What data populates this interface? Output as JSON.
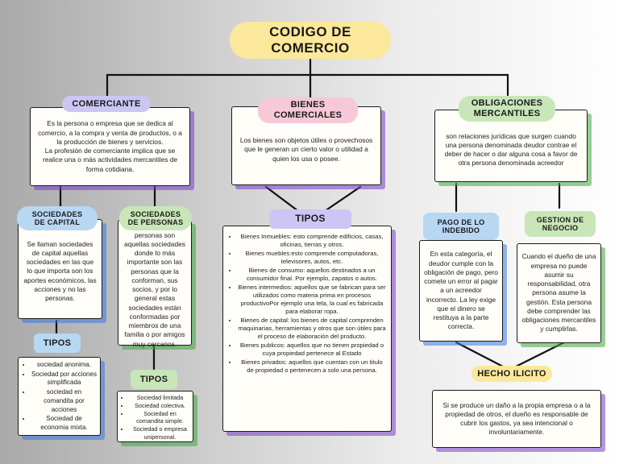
{
  "title": "CODIGO DE\nCOMERCIO",
  "comerciante": {
    "label": "COMERCIANTE",
    "p1": "Es la persona o empresa que se dedica al comercio, a la compra y venta de productos, o a la producción de bienes y servicios.",
    "p2": "La profesión de comerciante implica que se realice una o más actividades mercantiles de forma cotidiana."
  },
  "bienes": {
    "label": "BIENES\nCOMERCIALES",
    "text": "Los bienes son objetos útiles o provechosos que le generan un cierto valor o utilidad a quien los usa o posee."
  },
  "obligaciones": {
    "label": "OBLIGACIONES\nMERCANTILES",
    "text": "son relaciones jurídicas que surgen cuando una persona denominada deudor contrae el deber de hacer o dar alguna cosa a favor de otra persona denominada acreedor"
  },
  "soc_capital": {
    "label": "SOCIEDADES\nDE CAPITAL",
    "text": "Se llaman sociedades de capital aquellas sociedades en las que lo que importa son los aportes económicos, las acciones y no las personas."
  },
  "soc_personas": {
    "label": "SOCIEDADES\nDE PERSONAS",
    "text": "Las sociedades de personas son aquellas sociedades donde lo más importante son las personas que la conforman, sus socios, y por lo general estas sociedades están conformadas por miembros de una familia o por amigos muy cercanos."
  },
  "tipos_capital": {
    "label": "TIPOS",
    "items": [
      "sociedad anonima.",
      "Sociedad por acciones simplificada",
      "sociedad en comandita por acciones",
      "Sociedad de economia mixta."
    ]
  },
  "tipos_personas": {
    "label": "TIPOS",
    "items": [
      "Sociedad limitada",
      "Sociedad colectiva.",
      "Sociedad en comandita simple.",
      "Sociedad o empresa unipersonal."
    ]
  },
  "tipos_bienes": {
    "label": "TIPOS",
    "items": [
      "Bienes Inmuebles: esto comprende edificios, casas, oficinas, tierras y otros.",
      "Bienes muebles:esto comprende computadoras, televisores, autos, etc.",
      "Bienes de consumo: aquellos destinados a un consumidor final. Por ejemplo, zapatos o autos.",
      "Bienes intermedios: aquellos que se fabrican para ser utilizados como materia prima en procesos productivoPor ejemplo una tela, la cual es fabricada para elaborar ropa.",
      "Bienes de capital: los bienes de capital comprenden maquinarias, herramientas y otros que son útiles para el proceso de elaboración del producto.",
      "Bienes publicos: aquellos que no tienen propiedad o cuya propiedad pertenece al Estado",
      "Bienes privados: aquellos que cuentan con un titulo de propiedad o pertenecen a solo una persona."
    ]
  },
  "pago": {
    "label": "PAGO DE LO\nINDEBIDO",
    "text": "En esta categoría, el deudor cumple con la obligación de pago, pero comete un error al pagar a un acreedor incorrecto. La ley exige que el dinero se restituya a la parte correcta."
  },
  "gestion": {
    "label": "GESTION DE\nNEGOCIO",
    "text": "Cuando el dueño de una empresa no puede asumir su responsabilidad, otra persona asume la gestión. Esta persona debe comprender las obligaciones mercantiles y cumplirlas."
  },
  "hecho": {
    "label": "HECHO ILICITO",
    "text": "Si se produce un daño a la propia empresa o a la propiedad de otros, el dueño es responsable de cubrir los gastos, ya sea intencional o involuntariamente."
  },
  "colors": {
    "purple": "#cbc6f3",
    "pink": "#f7c8d7",
    "green": "#c8e6b8",
    "blue": "#b8d7f2",
    "yellow": "#fbe89a"
  }
}
